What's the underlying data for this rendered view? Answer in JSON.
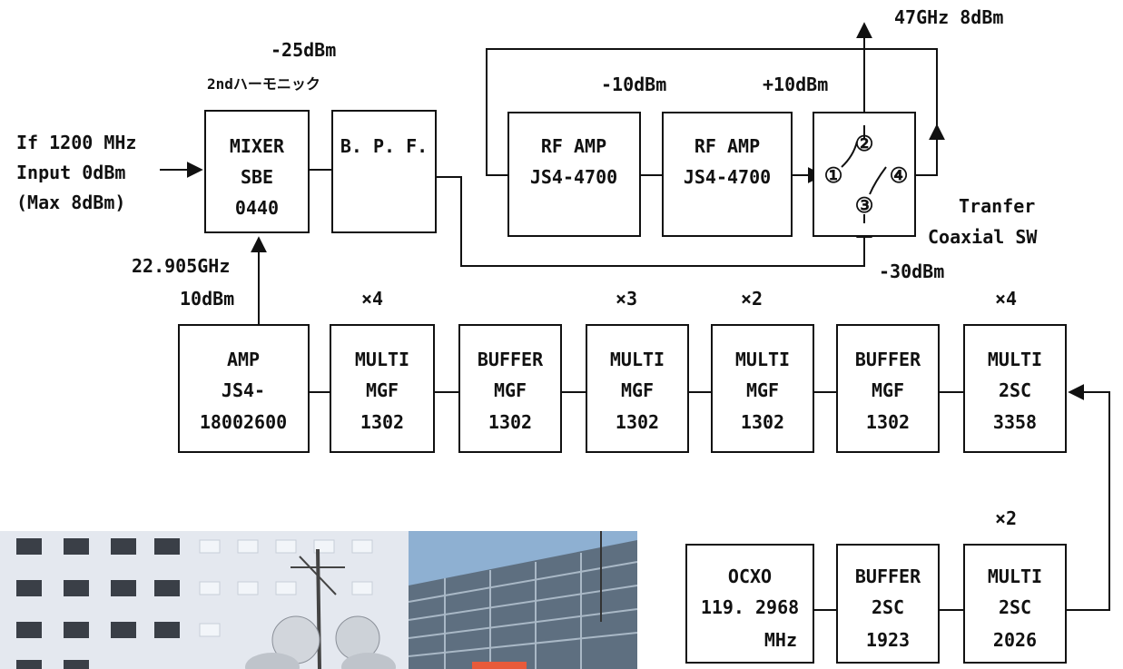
{
  "labels": {
    "top_power": "-25dBm",
    "harmonic": "2ndハーモニック",
    "input_line1": "If 1200 MHz",
    "input_line2": "Input 0dBm",
    "input_line3": "(Max 8dBm)",
    "lo_freq": "22.905GHz",
    "lo_power": "10dBm",
    "rf_level1": "-10dBm",
    "rf_level2": "+10dBm",
    "output": "47GHz 8dBm",
    "switch_line1": "Tranfer",
    "switch_line2": "Coaxial SW",
    "bypass_level": "-30dBm",
    "mult_x4_a": "×4",
    "mult_x3": "×3",
    "mult_x2_a": "×2",
    "mult_x4_b": "×4",
    "mult_x2_b": "×2"
  },
  "switch_ports": [
    "①",
    "②",
    "③",
    "④"
  ],
  "blocks": {
    "mixer": [
      "MIXER",
      "SBE",
      "0440"
    ],
    "bpf": [
      "B. P. F."
    ],
    "rf_amp_1": [
      "RF AMP",
      "JS4-4700"
    ],
    "rf_amp_2": [
      "RF AMP",
      "JS4-4700"
    ],
    "amp": [
      "AMP",
      "JS4-",
      "18002600"
    ],
    "multi_1": [
      "MULTI",
      "MGF",
      "1302"
    ],
    "buffer_1": [
      "BUFFER",
      "MGF",
      "1302"
    ],
    "multi_2": [
      "MULTI",
      "MGF",
      "1302"
    ],
    "multi_3": [
      "MULTI",
      "MGF",
      "1302"
    ],
    "buffer_2": [
      "BUFFER",
      "MGF",
      "1302"
    ],
    "multi_4": [
      "MULTI",
      "2SC",
      "3358"
    ],
    "ocxo": [
      "OCXO",
      "119. 2968",
      "MHz"
    ],
    "buffer_3": [
      "BUFFER",
      "2SC",
      "1923"
    ],
    "multi_5": [
      "MULTI",
      "2SC",
      "2026"
    ]
  }
}
